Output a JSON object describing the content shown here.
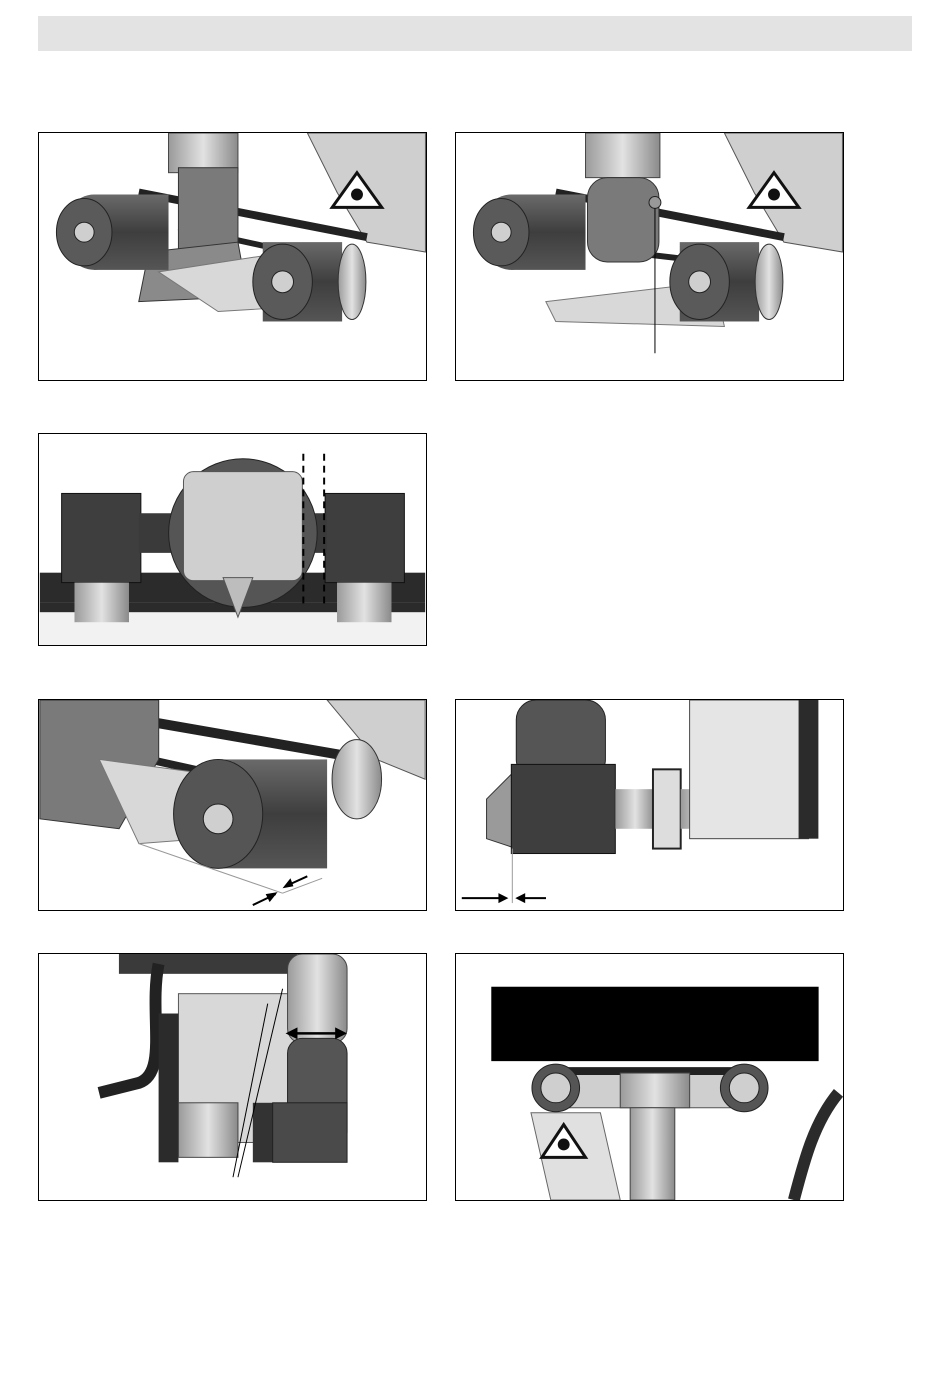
{
  "page": {
    "header_bar_color": "#e3e3e3",
    "accent_colors": {
      "roller": "#4a4a4a",
      "metal": "#b8b8b8",
      "frame": "#2b2b2b",
      "redaction": "#000000"
    }
  },
  "figures": [
    {
      "id": "fig-a",
      "icon": "warning-hot-triangle-icon"
    },
    {
      "id": "fig-b",
      "icon": "warning-hot-triangle-icon"
    },
    {
      "id": "fig-c",
      "icon": "dashed-alignment-guides"
    },
    {
      "id": "fig-d",
      "icon": "dimension-arrows-icon"
    },
    {
      "id": "fig-e",
      "icon": "dimension-arrows-icon"
    },
    {
      "id": "fig-f",
      "icon": "double-arrow-icon"
    },
    {
      "id": "fig-g",
      "icon": "warning-hot-triangle-icon"
    }
  ]
}
